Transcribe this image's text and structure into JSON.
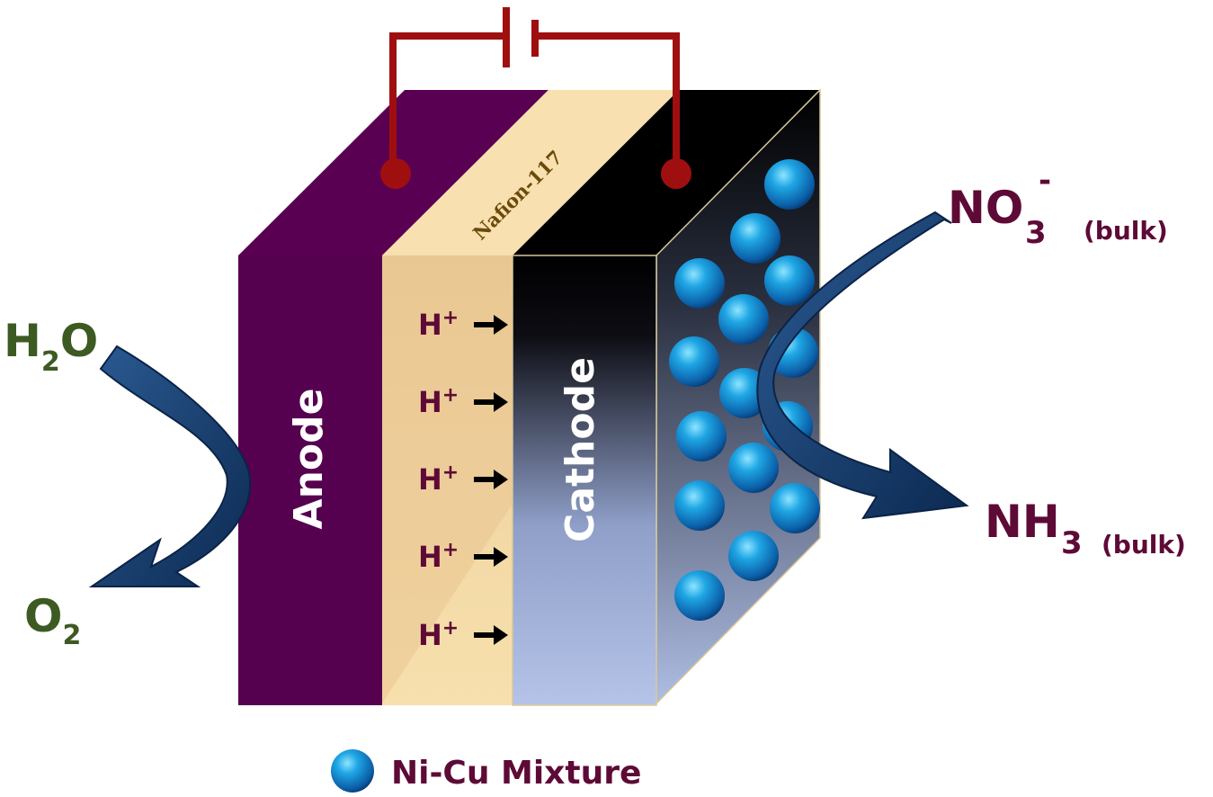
{
  "colors": {
    "anode": "#560050",
    "membrane": "#f6d9a4",
    "cathode_dark": "#000000",
    "cathode_light": "#b3c2e8",
    "wire": "#a00f0f",
    "arrow": "#14386a",
    "reactant_green": "#3d5a22",
    "product_maroon": "#5e0a36",
    "sphere": "#1aa3e0"
  },
  "icons": {
    "legend_marker": "sphere-icon",
    "battery": "battery-icon"
  },
  "labels": {
    "anode": "Anode",
    "cathode": "Cathode",
    "membrane": "Nafion-117",
    "proton_base": "H",
    "proton_charge": "+"
  },
  "reactants": {
    "h2o_h": "H",
    "h2o_sub": "2",
    "h2o_o": "O",
    "o2_o": "O",
    "o2_sub": "2"
  },
  "products": {
    "no3_main": "NO",
    "no3_sub": "3",
    "no3_charge": "-",
    "no3_phase": "(bulk)",
    "nh3_main": "NH",
    "nh3_sub": "3",
    "nh3_phase": "(bulk)"
  },
  "legend": {
    "label": "Ni-Cu Mixture"
  }
}
